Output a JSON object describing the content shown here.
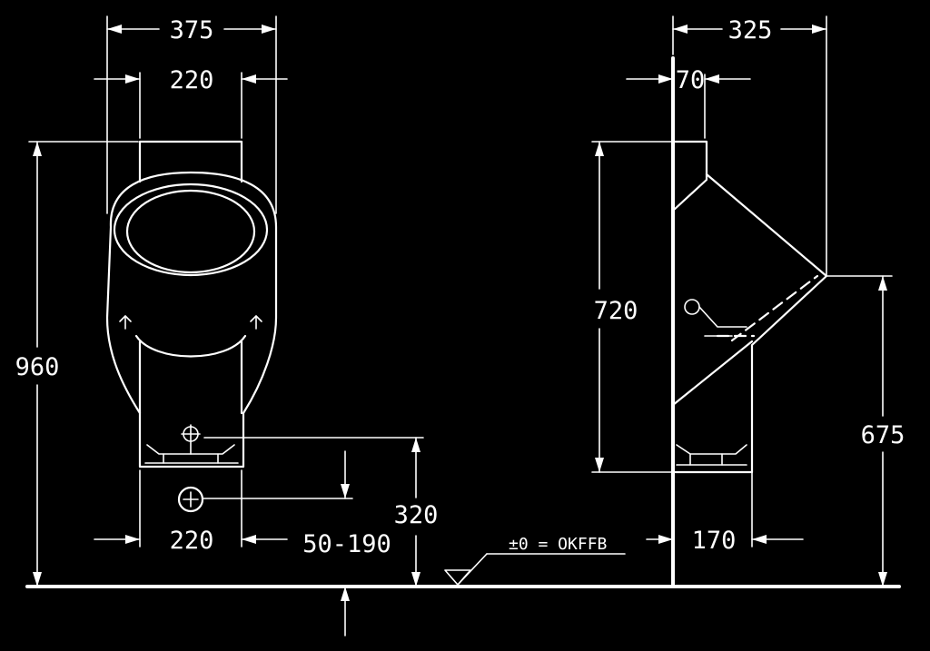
{
  "front_view": {
    "overall_width": "375",
    "top_width": "220",
    "height": "960",
    "bottom_width": "220",
    "outlet_offset": "50-190",
    "outlet_height": "320"
  },
  "side_view": {
    "depth": "325",
    "wall_offset": "70",
    "body_height": "720",
    "spreader_height": "675",
    "bottom_depth": "170"
  },
  "floor": {
    "reference_label": "±0 = OKFFB"
  }
}
